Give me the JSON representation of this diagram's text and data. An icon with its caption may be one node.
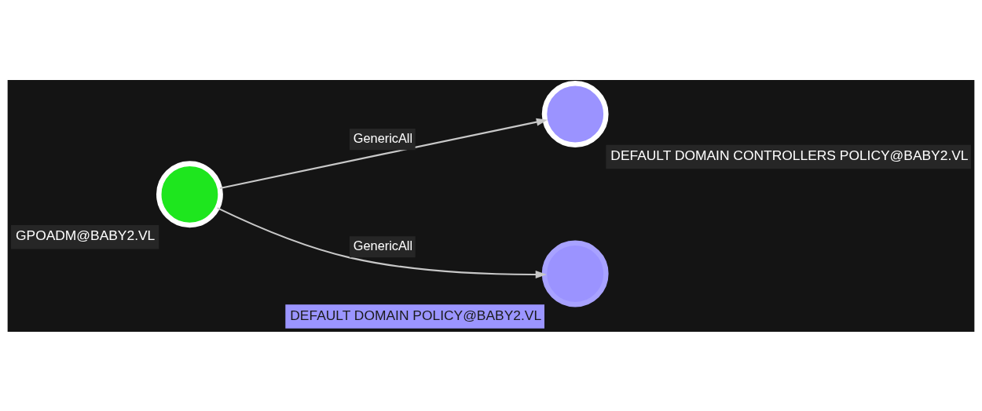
{
  "diagram": {
    "nodes": [
      {
        "text": [
          "GPOADM@BABY2.VL"
        ]
      },
      {
        "text": [
          "DEFAULT DOMAIN CONTROLLERS POLICY@BABY2.VL"
        ]
      },
      {
        "text": [
          "DEFAULT DOMAIN POLICY@BABY2.VL"
        ]
      }
    ],
    "edges": [
      {
        "from": 0,
        "to": 1,
        "arrow": "to",
        "label": "GenericAll"
      },
      {
        "from": 0,
        "to": 2,
        "arrow": "to",
        "label": "GenericAll"
      }
    ]
  }
}
